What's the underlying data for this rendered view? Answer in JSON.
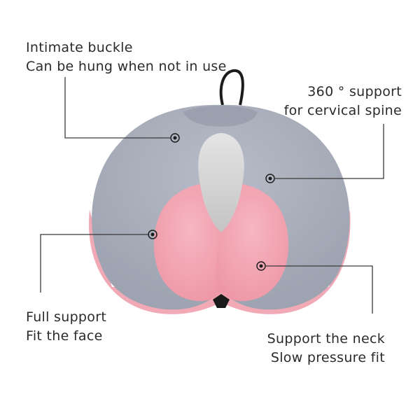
{
  "callouts": {
    "buckle": {
      "line1": "Intimate buckle",
      "line2": "Can be hung when not in use"
    },
    "spine": {
      "line1": "360 ° support",
      "line2": "for cervical spine"
    },
    "face": {
      "line1": "Full support",
      "line2": "Fit the face"
    },
    "neck": {
      "line1": "Support the neck",
      "line2": "Slow pressure fit"
    }
  },
  "colors": {
    "pillow_gray": "#a9aebb",
    "pillow_pink": "#f2a8b4",
    "center_gray": "#d6d6d6",
    "line": "#3a3a3a"
  }
}
